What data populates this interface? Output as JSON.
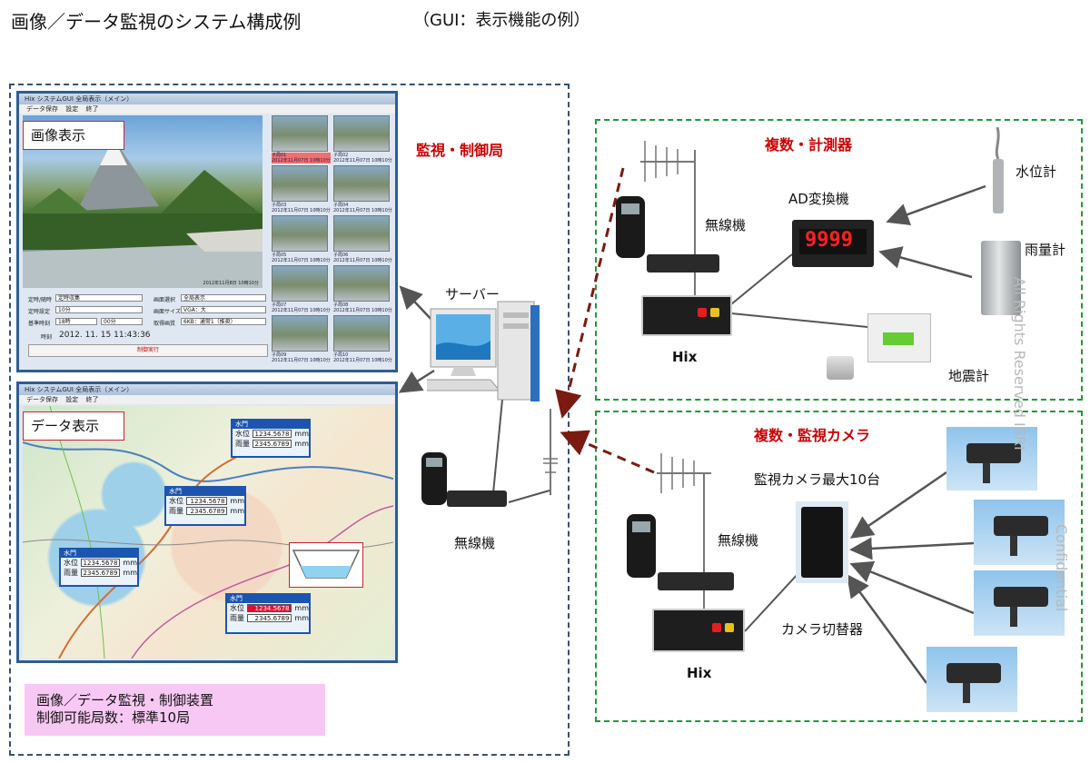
{
  "title": "画像／データ監視のシステム構成例",
  "subtitle": "（GUI：表示機能の例）",
  "control_station": {
    "label": "監視・制御局",
    "image_display_tag": "画像表示",
    "data_display_tag": "データ表示",
    "server_label": "サーバー",
    "radio_label": "無線機"
  },
  "image_window": {
    "titlebar": "Hix システムGUI  全局表示（メイン）",
    "menu": [
      "データ保存",
      "設定",
      "終了"
    ],
    "photo_caption": "2012年11月8日 10時10分",
    "thumbnails": [
      {
        "station": "子局01",
        "time": "2012年11月07日 10時10分"
      },
      {
        "station": "子局02",
        "time": "2012年11月07日 10時10分"
      },
      {
        "station": "子局03",
        "time": "2012年11月07日 10時10分"
      },
      {
        "station": "子局04",
        "time": "2012年11月07日 10時10分"
      },
      {
        "station": "子局05",
        "time": "2012年11月07日 10時10分"
      },
      {
        "station": "子局06",
        "time": "2012年11月07日 10時10分"
      },
      {
        "station": "子局07",
        "time": "2012年11月07日 10時10分"
      },
      {
        "station": "子局08",
        "time": "2012年11月07日 10時10分"
      },
      {
        "station": "子局09",
        "time": "2012年11月07日 10時10分"
      },
      {
        "station": "子局10",
        "time": "2012年11月07日 10時10分"
      }
    ],
    "controls": {
      "row1_label": "定時/随時",
      "row1_value": "定時収集",
      "row1b_label": "画面選択",
      "row1b_value": "全局表示",
      "row2_label": "定時設定",
      "row2_value": "10分",
      "row2b_label": "画面サイズ",
      "row2b_value": "VGA：大",
      "row3_label": "基準時刻",
      "row3_value": "18時",
      "row3_value2": "00分",
      "row3b_label": "取得画質",
      "row3b_value": "6KB：通常1（推奨）",
      "time_label": "時刻",
      "time_value": "2012. 11. 15  11:43:36",
      "exec_button": "制御実行"
    }
  },
  "data_window": {
    "titlebar": "Hix システムGUI  全局表示（メイン）",
    "menu": [
      "データ保存",
      "設定",
      "終了"
    ],
    "boxes": [
      {
        "name": "水門",
        "level_label": "水位",
        "level": "1234.5678",
        "rain_label": "雨量",
        "rain": "2345.6789",
        "unit": "mm",
        "alarm": false
      },
      {
        "name": "水門",
        "level_label": "水位",
        "level": "1234.5678",
        "rain_label": "雨量",
        "rain": "2345.6789",
        "unit": "mm",
        "alarm": false
      },
      {
        "name": "水門",
        "level_label": "水位",
        "level": "1234.5678",
        "rain_label": "雨量",
        "rain": "2345.6789",
        "unit": "mm",
        "alarm": false
      },
      {
        "name": "水門",
        "level_label": "水位",
        "level": "1234.5678",
        "rain_label": "雨量",
        "rain": "2345.6789",
        "unit": "mm",
        "alarm": true
      }
    ]
  },
  "device_panel": {
    "line1": "画像／データ監視・制御装置",
    "line2": "制御可能局数：標準10局"
  },
  "measurement": {
    "label": "複数・計測器",
    "ad_converter": "AD変換機",
    "ad_display": "9999",
    "water_level": "水位計",
    "rain_gauge": "雨量計",
    "seismometer": "地震計",
    "radio": "無線機",
    "hix": "Hix"
  },
  "camera": {
    "label": "複数・監視カメラ",
    "max_cameras": "監視カメラ最大10台",
    "radio": "無線機",
    "switcher": "カメラ切替器",
    "hix": "Hix"
  },
  "watermarks": [
    "All Rights Reserved ISRI",
    "Confidential"
  ],
  "colors": {
    "accent_red": "#cc0000",
    "frame_blue": "#3a4f75",
    "frame_green": "#1f9a3a",
    "arrow_dark_red": "#7b1a10",
    "pink_panel": "#f8c8f4"
  }
}
